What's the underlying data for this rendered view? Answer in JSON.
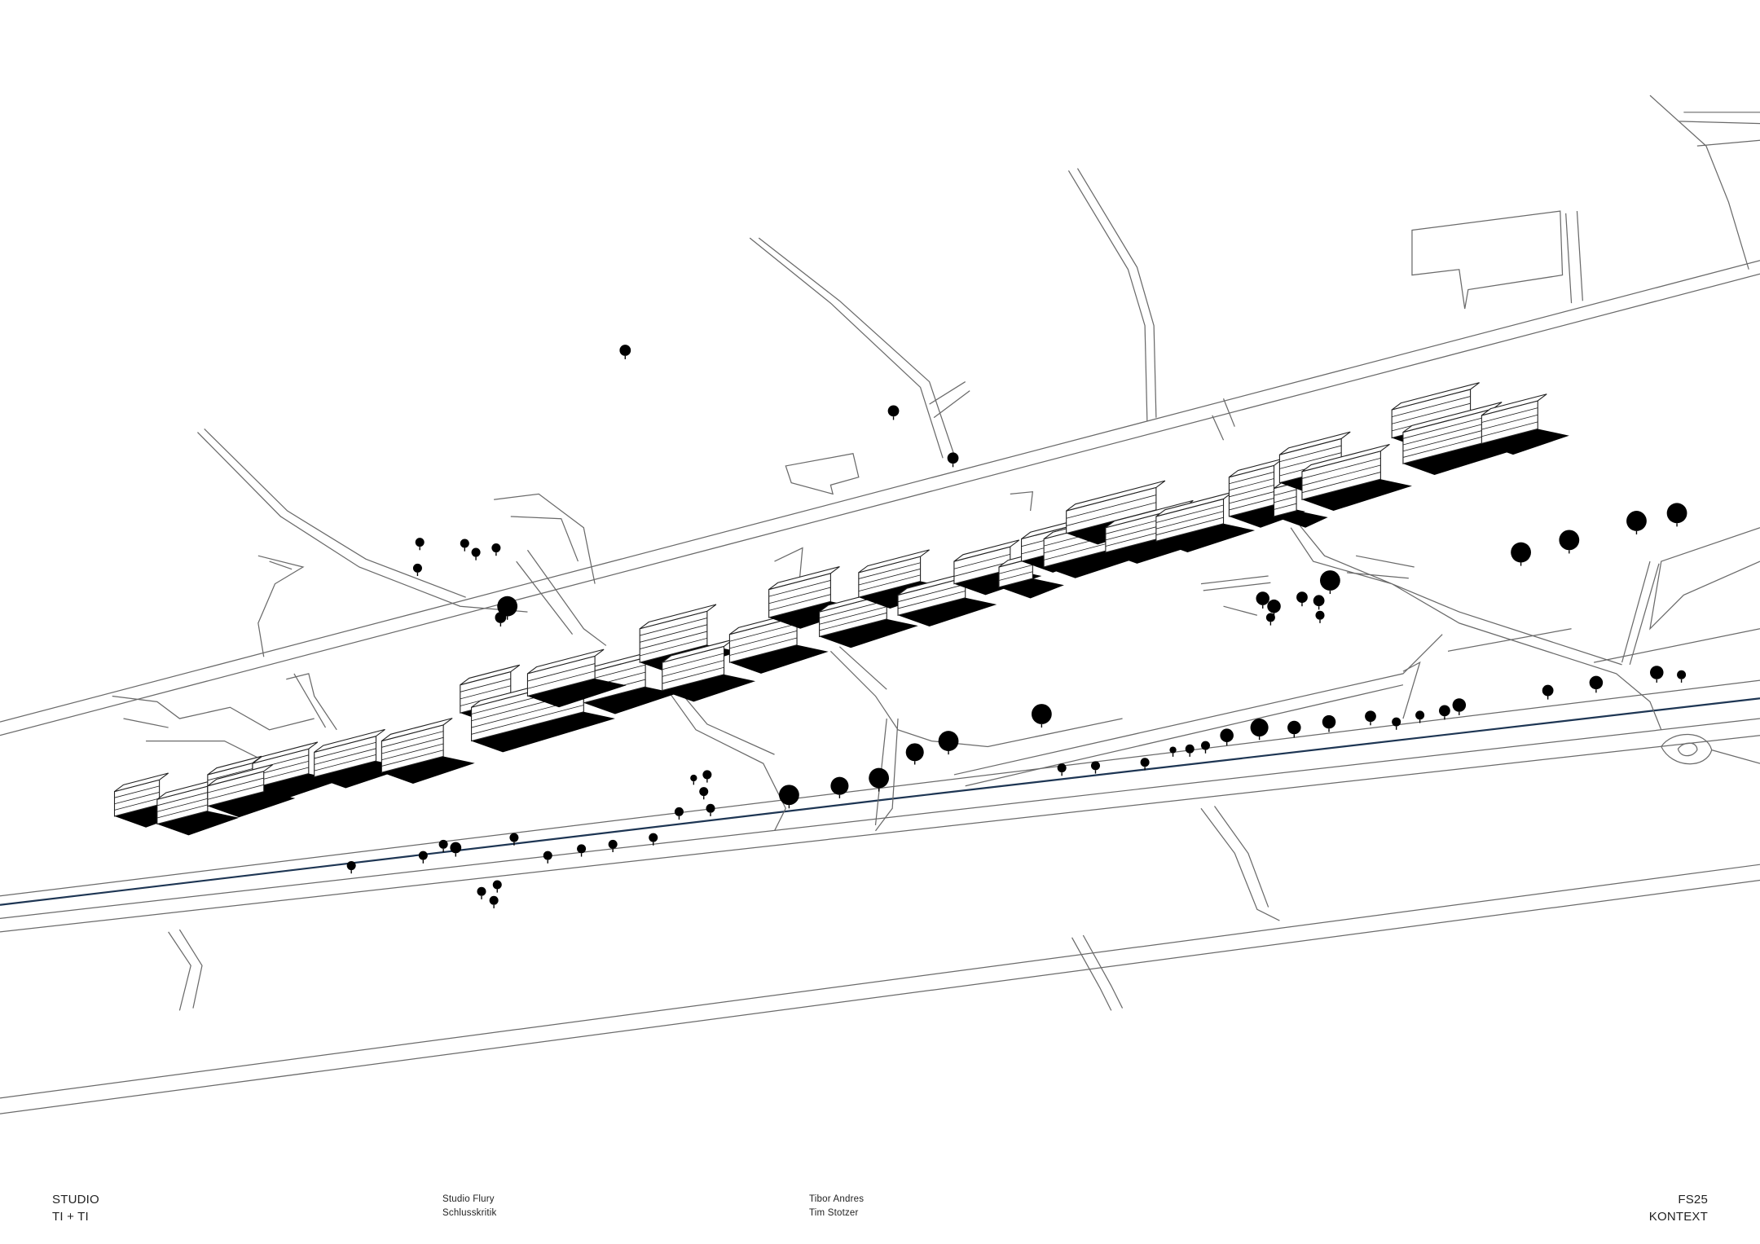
{
  "footer": {
    "studio": {
      "line1": "STUDIO",
      "line2": "TI + TI"
    },
    "course": {
      "line1": "Studio Flury",
      "line2": "Schlusskritik"
    },
    "authors": {
      "line1": "Tibor Andres",
      "line2": "Tim Stotzer"
    },
    "semester": {
      "line1": "FS25",
      "line2": "KONTEXT"
    }
  },
  "colors": {
    "line": "#6a6a6a",
    "river": "#1d3553",
    "mass": "#000000"
  }
}
